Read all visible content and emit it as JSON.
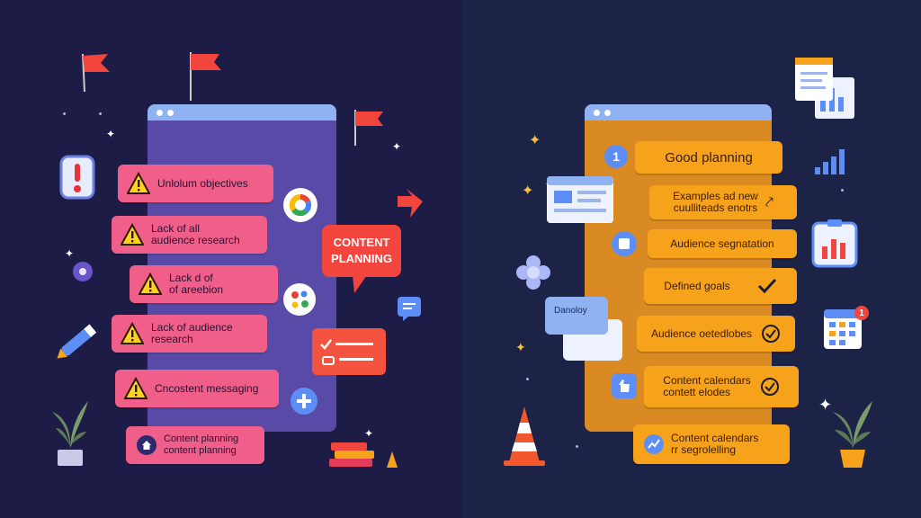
{
  "left": {
    "items": [
      {
        "text": "Unlolum objectives"
      },
      {
        "text": "Lack of all\naudience research"
      },
      {
        "text": "Lack d of\nof areebion"
      },
      {
        "text": "Lack of audience\nresearch"
      },
      {
        "text": "Cncostent messaging"
      },
      {
        "text": "Content planning\ncontent planning"
      }
    ],
    "badge": "CONTENT\nPLANNING",
    "colors": {
      "item": "#f05f8a",
      "panel": "#5a4aa8",
      "badge": "#f2453d"
    }
  },
  "right": {
    "items": [
      {
        "text": "Good planning",
        "number": "1"
      },
      {
        "text": "Examples ad new\ncuulliteads enotrs"
      },
      {
        "text": "Audience segnatation"
      },
      {
        "text": "Defined goals"
      },
      {
        "text": "Audience oetedlobes"
      },
      {
        "text": "Content calendars\ncontett elodes"
      },
      {
        "text": "Content calendars\nrr segrolelling"
      }
    ],
    "chat_label": "Danoloy",
    "notification_count": "1",
    "colors": {
      "item": "#f7a21b",
      "panel": "#d98a22"
    }
  },
  "icons": [
    "flag-icon",
    "warning-icon",
    "exclamation-shield-icon",
    "google-icon",
    "pencil-icon",
    "plus-icon",
    "home-icon",
    "plant-icon",
    "traffic-cone-icon",
    "checkmark-icon",
    "bar-chart-icon",
    "calendar-icon",
    "document-icon",
    "thumbs-up-icon",
    "puzzle-icon"
  ]
}
